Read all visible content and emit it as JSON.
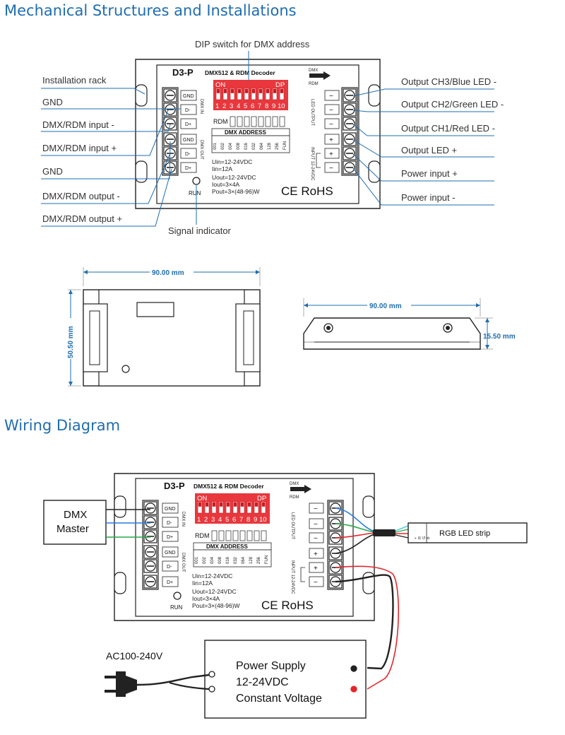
{
  "sections": {
    "mechanical_title": "Mechanical Structures and Installations",
    "wiring_title": "Wiring Diagram"
  },
  "device": {
    "model": "D3-P",
    "subtitle": "DMX512 & RDM Decoder",
    "dmx_rdm_label": "DMX",
    "rdm_label": "RDM",
    "dip_on": "ON",
    "dip_dp": "DP",
    "dip_numbers": [
      "1",
      "2",
      "3",
      "4",
      "5",
      "6",
      "7",
      "8",
      "9",
      "10"
    ],
    "rdm_text": "RDM",
    "dmx_address_label": "DMX ADDRESS",
    "address_values": [
      "001",
      "002",
      "004",
      "008",
      "016",
      "032",
      "064",
      "128",
      "256",
      "FUN"
    ],
    "spec_lines": [
      "Uin=12-24VDC",
      "Iin=12A",
      "Uout=12-24VDC",
      "Iout=3×4A",
      "Pout=3×(48-96)W"
    ],
    "run_label": "RUN",
    "ce_rohs": "CE RoHS",
    "dmx_in_label": "DMX IN",
    "dmx_out_label": "DMX OUT",
    "led_output_label": "LED OUTPUT",
    "input_label": "INPUT 12-24VDC",
    "left_terminals": [
      "GND",
      "D-",
      "D+",
      "GND",
      "D-",
      "D+"
    ],
    "right_terminals": [
      "−",
      "−",
      "−",
      "+",
      "+",
      "−"
    ]
  },
  "callouts": {
    "top": "DIP switch for DMX address",
    "left": [
      "Installation rack",
      "GND",
      "DMX/RDM input -",
      "DMX/RDM input +",
      "GND",
      "DMX/RDM output -",
      "DMX/RDM output +"
    ],
    "bottom": "Signal indicator",
    "right": [
      "Output CH3/Blue LED -",
      "Output CH2/Green LED -",
      "Output CH1/Red LED -",
      "Output LED +",
      "Power input +",
      "Power input -"
    ]
  },
  "dimensions": {
    "top_width": "90.00 mm",
    "top_height": "50.50 mm",
    "side_width": "90.00 mm",
    "side_height": "15.50 mm"
  },
  "wiring": {
    "dmx_master": [
      "DMX",
      "Master"
    ],
    "led_strip": "RGB LED strip",
    "strip_pins": [
      "+",
      "R",
      "G",
      "B"
    ],
    "ac_label": "AC100-240V",
    "power_supply": [
      "Power Supply",
      "12-24VDC",
      "Constant Voltage"
    ]
  },
  "colors": {
    "title_blue": "#1f6db0",
    "dip_red": "#e8383d",
    "wire_blue": "#2a7de1",
    "wire_green": "#2aa84a",
    "wire_cyan": "#3cc6d6",
    "wire_red": "#e3262b",
    "wire_black": "#222222"
  }
}
